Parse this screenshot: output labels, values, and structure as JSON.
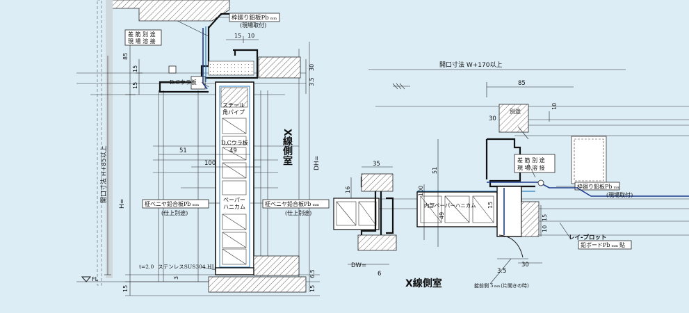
{
  "left_view": {
    "dims": {
      "d85": "85",
      "d15a": "15",
      "d15b": "15",
      "d15_10_top": "15",
      "d10_top": "10",
      "d30": "30",
      "d35": "3.5",
      "d51": "51",
      "d49": "49",
      "d100": "100",
      "d6_5": "6.5",
      "d3": "3",
      "d15_bottom": "15",
      "d15_left_bottom": "15",
      "dh": "DH=",
      "opening_height": "開口寸法 H+85以上",
      "h_mark": "H="
    },
    "labels": {
      "waku_lead": "枠廻り鉛板Pb",
      "waku_lead_unit": "mm",
      "genba_toritsuke": "(現場取付)",
      "sakin_betto": "差 筋 別 途",
      "genba_yousetsu": "現 場 溶 接",
      "dc_uraita": "D.Cウラ板",
      "steel_pipe_1": "スチール",
      "steel_pipe_2": "角パイプ",
      "dc_uraita_2": "D.Cウラ板",
      "paper_1": "ペーパー",
      "paper_2": "ハニカム",
      "veneer_left": "柾ベニヤ鉛合板Pb",
      "veneer_left_unit": "mm",
      "shiage_left": "(仕上別途)",
      "veneer_right": "柾ベニヤ鉛合板Pb",
      "veneer_right_unit": "mm",
      "shiage_right": "(仕上別途)",
      "stainless": "t=2.0",
      "stainless_2": "ステンレスSUS304 HL",
      "fl": "FL",
      "xray_room": "X線側室"
    }
  },
  "right_view": {
    "dims": {
      "opening_width": "開口寸法 W+170以上",
      "d85": "85",
      "d10": "10",
      "d30": "30",
      "d35": "35",
      "d16": "16",
      "d51": "51",
      "d100": "100",
      "d49": "49",
      "d15": "15",
      "d10b": "10",
      "d15b": "15",
      "d6": "6",
      "d3_5": "3.5",
      "d30b": "30",
      "dw": "DW="
    },
    "labels": {
      "betto": "別途",
      "sakin_betto": "差 筋 別 途",
      "genba_yousetsu": "現 場 溶 接",
      "waku_lead": "枠廻り鉛板Pb",
      "waku_lead_unit": "mm",
      "genba_toritsuke": "(現場取付)",
      "naibu_honeycomb": "内部ペーパーハニカム",
      "ray_proof": "レイ-プロット",
      "lead_board": "鉛ボードPb",
      "lead_board_unit": "mm",
      "lead_board_suffix": "貼",
      "lock_note": "錠前側 5",
      "lock_note_unit": "mm",
      "lock_note_suffix": "(片開きの時)",
      "xray_room": "X線側室"
    }
  }
}
